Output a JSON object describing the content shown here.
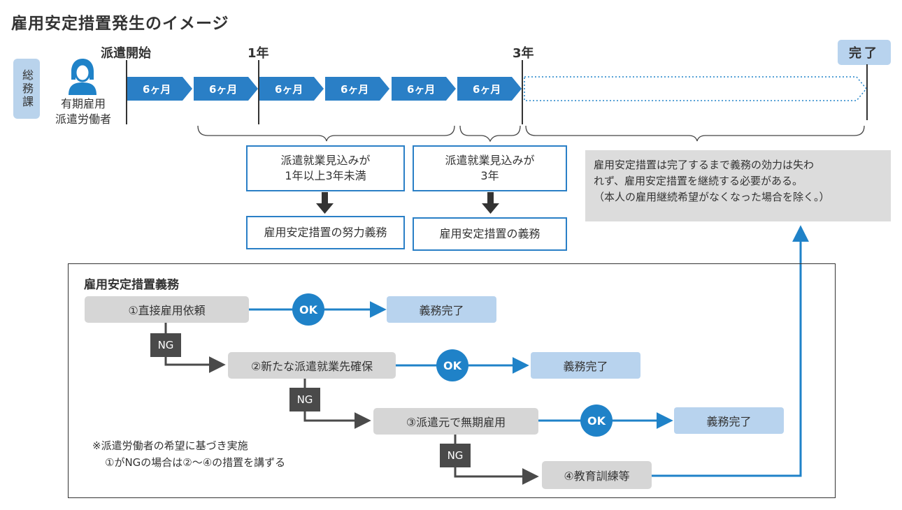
{
  "title": "雇用安定措置発生のイメージ",
  "side_tag": "総務課",
  "person_label_1": "有期雇用",
  "person_label_2": "派遣労働者",
  "markers": {
    "start": "派遣開始",
    "year1": "1年",
    "year3": "3年",
    "complete": "完了"
  },
  "periods": [
    "6ヶ月",
    "6ヶ月",
    "6ヶ月",
    "6ヶ月",
    "6ヶ月",
    "6ヶ月"
  ],
  "box_a": {
    "line1": "派遣就業見込みが",
    "line2": "1年以上3年未満"
  },
  "box_b": {
    "line1": "派遣就業見込みが",
    "line2": "3年"
  },
  "result_a": "雇用安定措置の努力義務",
  "result_b": "雇用安定措置の義務",
  "grey_note": {
    "line1": "雇用安定措置は完了するまで義務の効力は失わ",
    "line2": "れず、雇用安定措置を継続する必要がある。",
    "line3": "（本人の雇用継続希望がなくなった場合を除く。）"
  },
  "frame_title": "雇用安定措置義務",
  "steps": [
    "①直接雇用依頼",
    "②新たな派遣就業先確保",
    "③派遣元で無期雇用",
    "④教育訓練等"
  ],
  "ok_label": "OK",
  "ng_label": "NG",
  "done_label": "義務完了",
  "footnote": {
    "line1": "※派遣労働者の希望に基づき実施",
    "line2": "①がNGの場合は②〜④の措置を講ずる"
  },
  "colors": {
    "accent": "#2a7fc6",
    "light_blue": "#b8d3ee",
    "grey": "#d6d6d6",
    "dark": "#4a4a4a"
  }
}
